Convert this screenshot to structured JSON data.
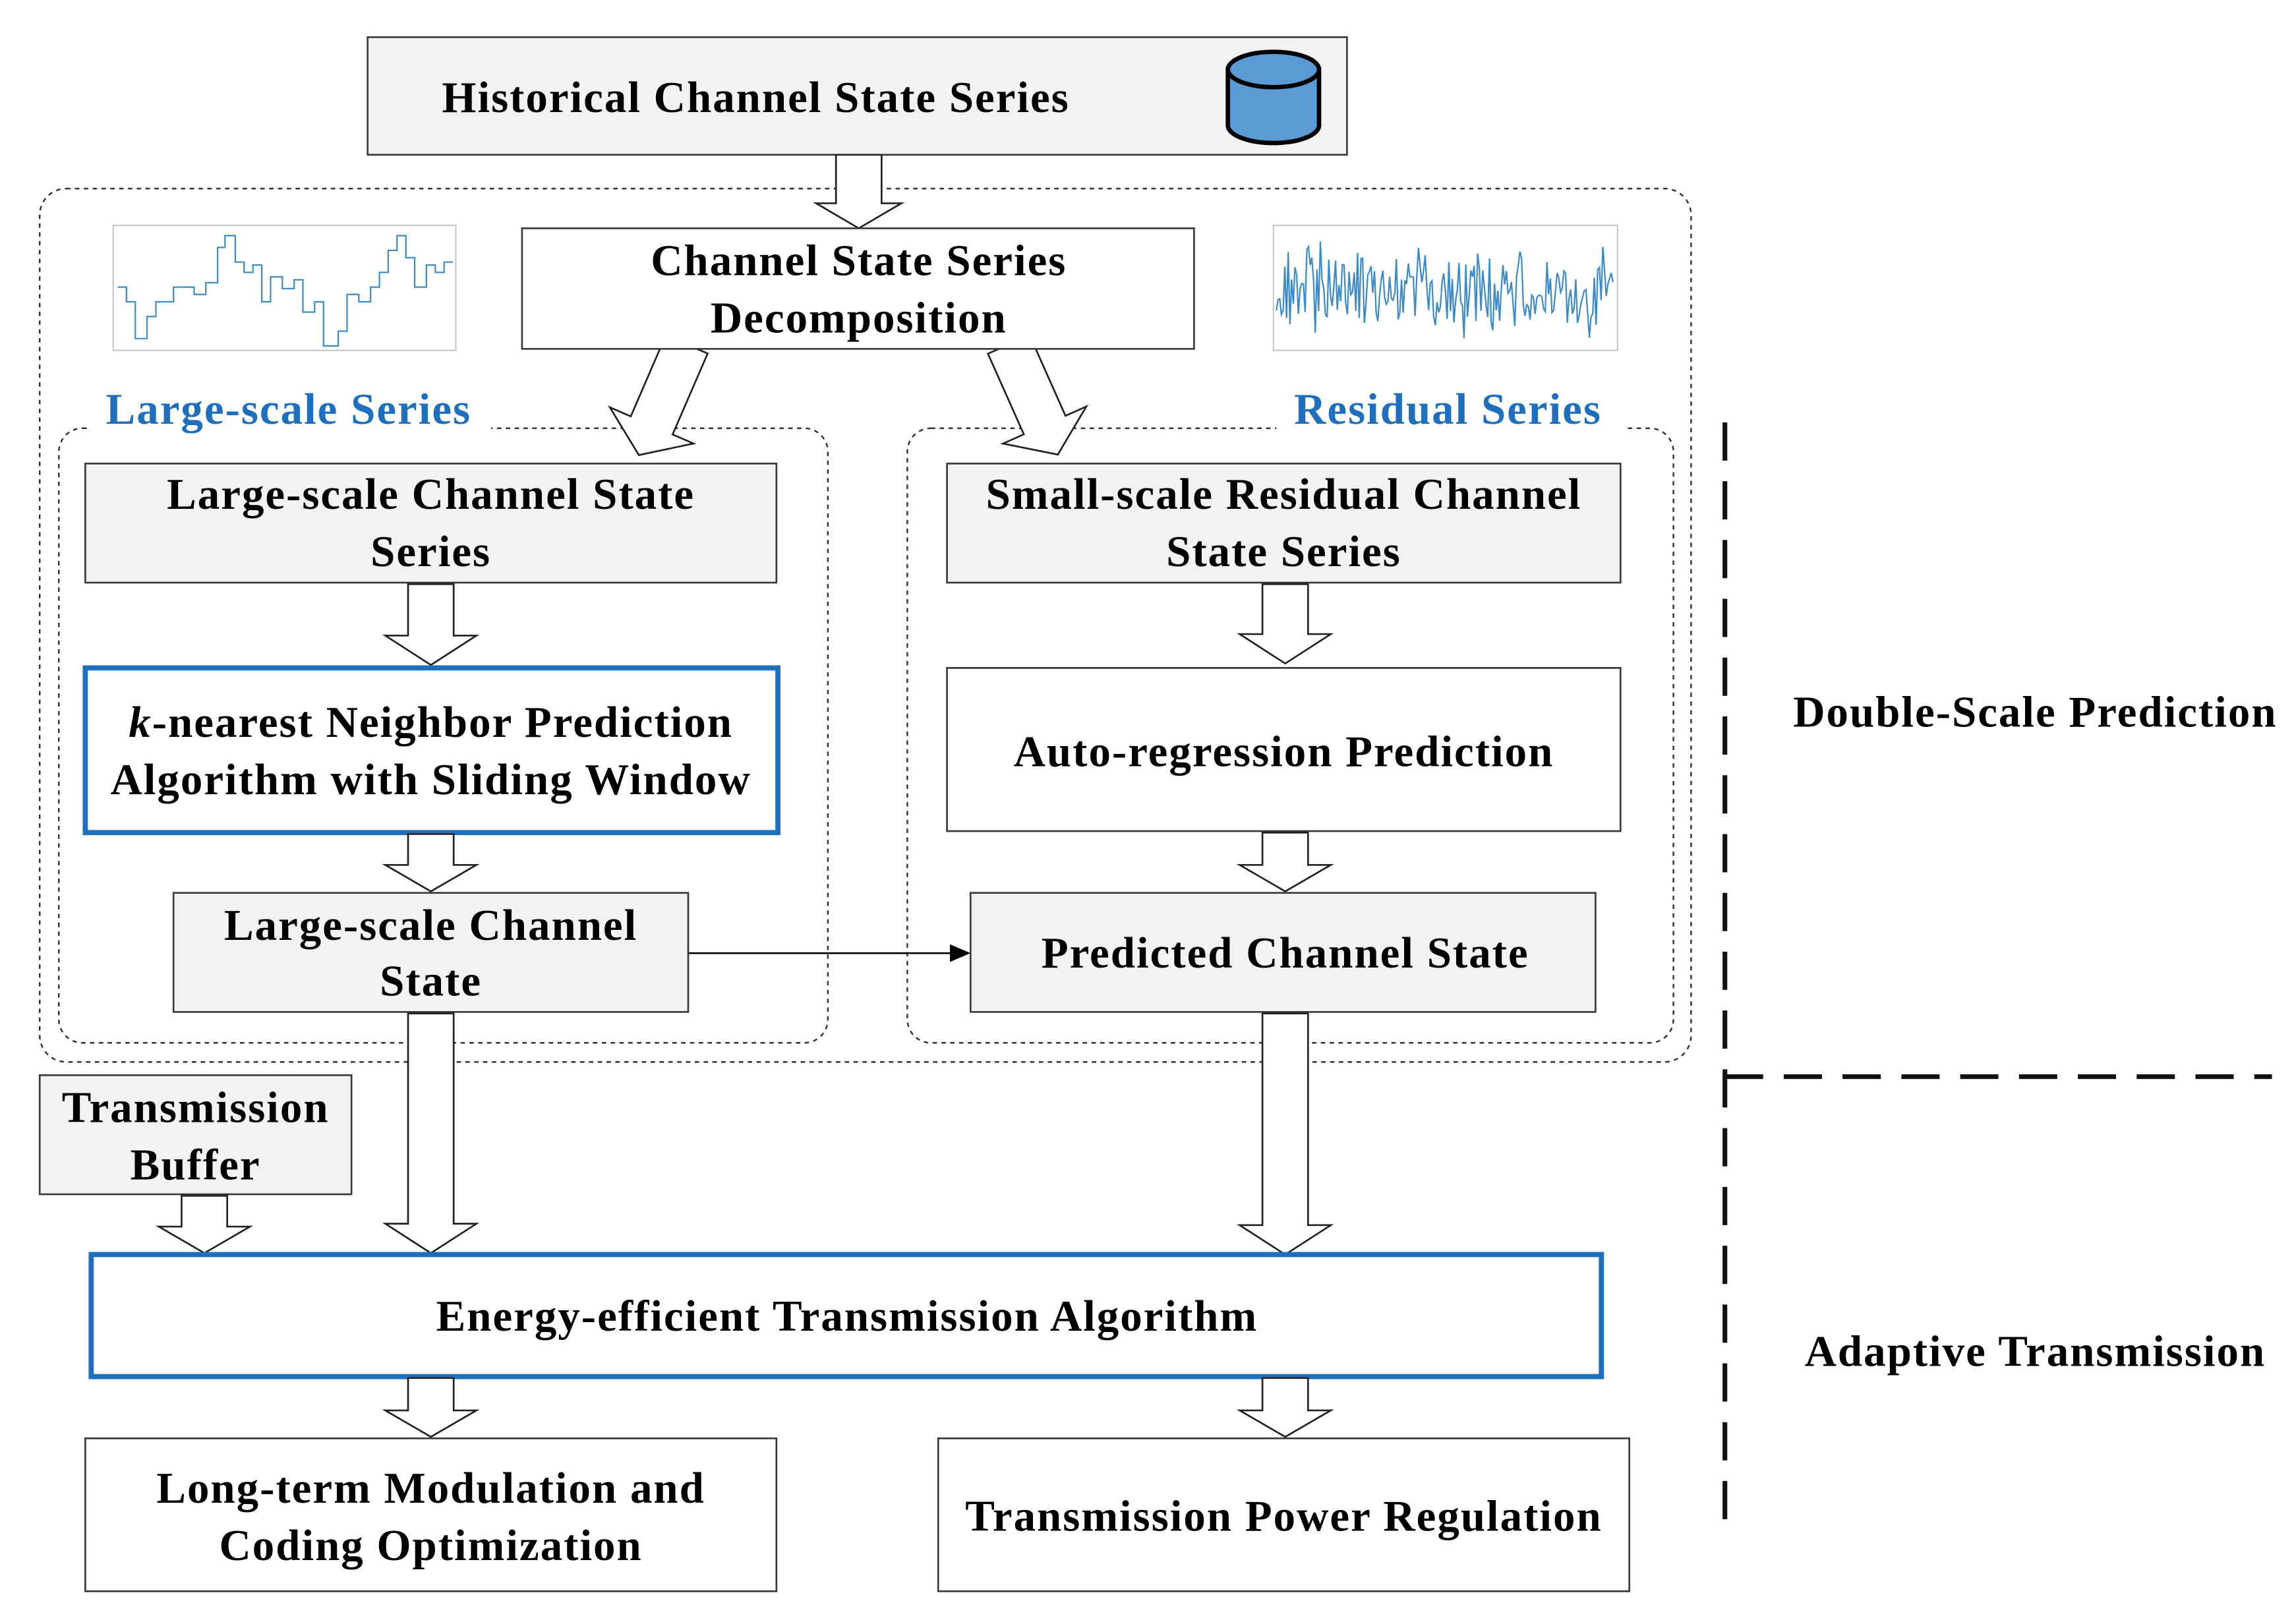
{
  "diagram": {
    "source": {
      "title": "Historical Channel State Series"
    },
    "decomposition": {
      "lines": [
        "Channel State Series",
        "Decomposition"
      ]
    },
    "large_scale_branch": {
      "label": "Large-scale Series",
      "series_box": {
        "lines": [
          "Large-scale Channel State",
          "Series"
        ]
      },
      "predictor": {
        "line1_italic": "k",
        "line1": "-nearest Neighbor Prediction",
        "line2": "Algorithm with Sliding Window"
      },
      "output": {
        "lines": [
          "Large-scale Channel",
          "State"
        ]
      }
    },
    "residual_branch": {
      "label": "Residual Series",
      "series_box": {
        "lines": [
          "Small-scale Residual Channel",
          "State Series"
        ]
      },
      "predictor": {
        "lines": [
          "Auto-regression Prediction"
        ]
      },
      "output": {
        "lines": [
          "Predicted Channel State"
        ]
      }
    },
    "buffer": {
      "lines": [
        "Transmission",
        "Buffer"
      ]
    },
    "algorithm": {
      "label": "Energy-efficient Transmission Algorithm"
    },
    "outputs": {
      "modulation": {
        "lines": [
          "Long-term Modulation and",
          "Coding Optimization"
        ]
      },
      "power": {
        "lines": [
          "Transmission Power Regulation"
        ]
      }
    },
    "stages": {
      "prediction": "Double-Scale Prediction",
      "transmission": "Adaptive Transmission"
    }
  },
  "colors": {
    "accent_blue": "#1f6fbf",
    "box_gray": "#f2f2f2",
    "database_blue": "#5b9bd5"
  },
  "icons": {
    "database": "database-icon",
    "large_scale_thumbnail": "large-scale-series-plot-icon",
    "residual_thumbnail": "residual-series-plot-icon"
  }
}
